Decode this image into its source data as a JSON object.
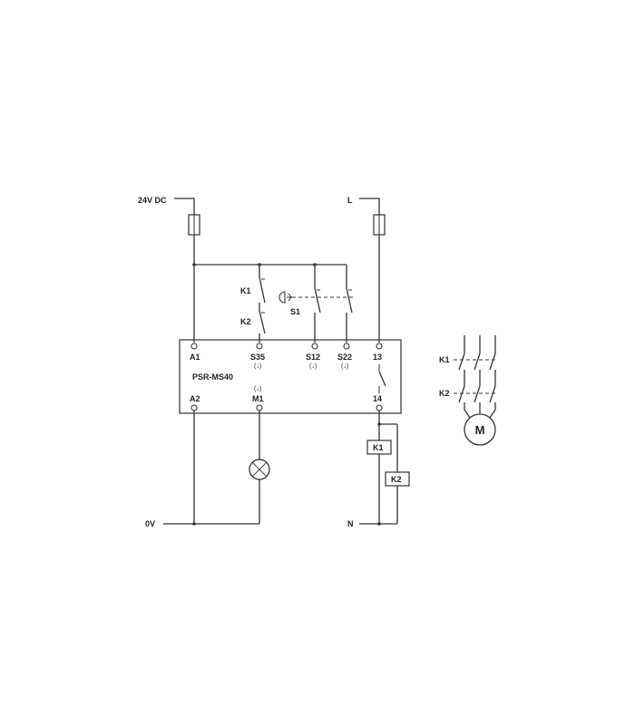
{
  "supply": {
    "positive": "24V DC",
    "zero": "0V",
    "line": "L",
    "neutral": "N"
  },
  "module": {
    "name": "PSR-MS40",
    "terminals": {
      "A1": "A1",
      "S35": "S35",
      "S12": "S12",
      "S22": "S22",
      "t13": "13",
      "A2": "A2",
      "M1": "M1",
      "t14": "14"
    },
    "arrow_mark": "(↓)"
  },
  "feedback_contacts": {
    "k1": "K1",
    "k2": "K2"
  },
  "estop": {
    "label": "S1"
  },
  "coils": {
    "k1": "K1",
    "k2": "K2"
  },
  "motor": {
    "k1": "K1",
    "k2": "K2",
    "symbol": "M"
  }
}
